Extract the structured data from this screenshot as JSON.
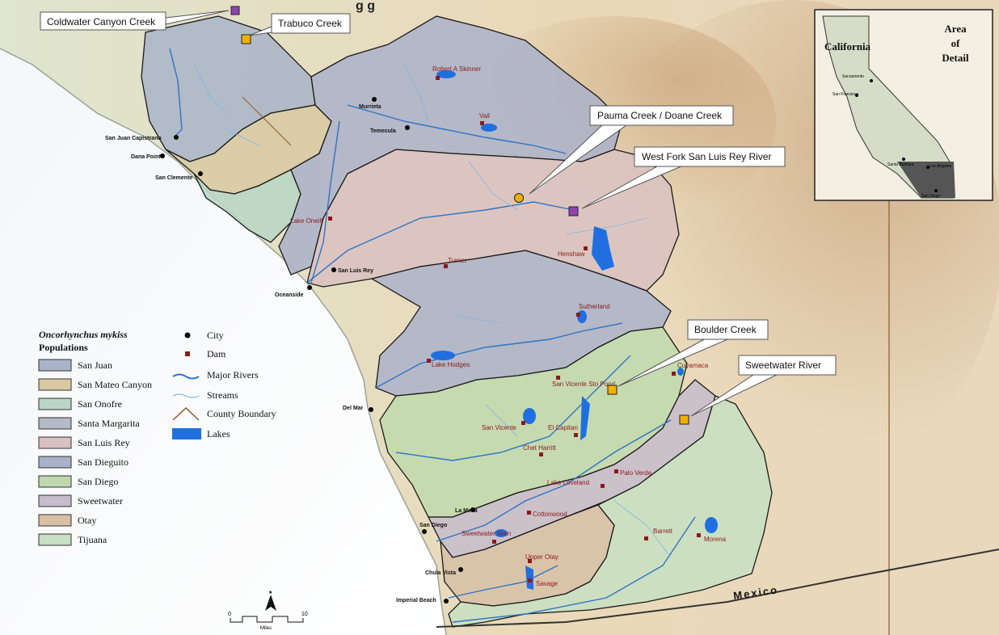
{
  "map": {
    "country_label": "Mexico",
    "callouts": [
      {
        "id": "coldwater",
        "text": "Coldwater Canyon Creek",
        "marker": "square",
        "color": "#8e44ad"
      },
      {
        "id": "trabuco",
        "text": "Trabuco Creek",
        "marker": "square",
        "color": "#f0b000"
      },
      {
        "id": "pauma",
        "text": "Pauma Creek / Doane Creek",
        "marker": "circle",
        "color": "#f0b000"
      },
      {
        "id": "westfork",
        "text": "West Fork San Luis Rey  River",
        "marker": "square",
        "color": "#8e44ad"
      },
      {
        "id": "boulder",
        "text": "Boulder Creek",
        "marker": "square",
        "color": "#f0b000"
      },
      {
        "id": "sweetwater",
        "text": "Sweetwater River",
        "marker": "square",
        "color": "#f0b000"
      }
    ],
    "cities": [
      "Murrieta",
      "Temecula",
      "San Juan Capistrano",
      "Dana Point",
      "San Clemente",
      "San Luis Rey",
      "Oceanside",
      "Del Mar",
      "La Mesa",
      "San Diego",
      "Chula Vista",
      "Imperial Beach"
    ],
    "dams": [
      "Robert A Skinner",
      "Vail",
      "Lake Oneill",
      "Turner",
      "Henshaw",
      "Sutherland",
      "Lake Hodges",
      "San Vicente Sto Pond",
      "Cuyamaca",
      "San Vicente",
      "El Capitan",
      "Chet Harritt",
      "Palo Verde",
      "Lake Loveland",
      "Cottonwood",
      "Sweetwater Main",
      "Barrett",
      "Morena",
      "Upper Otay",
      "Savage"
    ],
    "partial_title": "g         g"
  },
  "legend": {
    "title_line1": "Oncorhynchus mykiss",
    "title_line2": "Populations",
    "populations": [
      {
        "name": "San Juan",
        "color": "#a9b4c8"
      },
      {
        "name": "San Mateo Canyon",
        "color": "#d8c9a2"
      },
      {
        "name": "San Onofre",
        "color": "#b9d6c6"
      },
      {
        "name": "Santa Margarita",
        "color": "#b4bac6"
      },
      {
        "name": "San Luis Rey",
        "color": "#d9c1c1"
      },
      {
        "name": "San Dieguito",
        "color": "#aab2c9"
      },
      {
        "name": "San Diego",
        "color": "#bfd9ad"
      },
      {
        "name": "Sweetwater",
        "color": "#c6bccb"
      },
      {
        "name": "Otay",
        "color": "#d7c0a6"
      },
      {
        "name": "Tijuana",
        "color": "#c7dfc2"
      }
    ],
    "symbols": [
      {
        "name": "City",
        "kind": "dot"
      },
      {
        "name": "Dam",
        "kind": "square"
      },
      {
        "name": "Major Rivers",
        "kind": "major-river"
      },
      {
        "name": "Streams",
        "kind": "stream"
      },
      {
        "name": "County Boundary",
        "kind": "boundary"
      },
      {
        "name": "Lakes",
        "kind": "lake"
      }
    ]
  },
  "inset": {
    "state_label": "California",
    "area_line1": "Area",
    "area_line2": "of",
    "area_line3": "Detail",
    "cities": [
      "Sacramento",
      "San Francisco",
      "Santa Barbara",
      "Los Angeles",
      "San Diego"
    ]
  },
  "scale": {
    "start": "0",
    "end": "10",
    "unit": "Miles"
  }
}
